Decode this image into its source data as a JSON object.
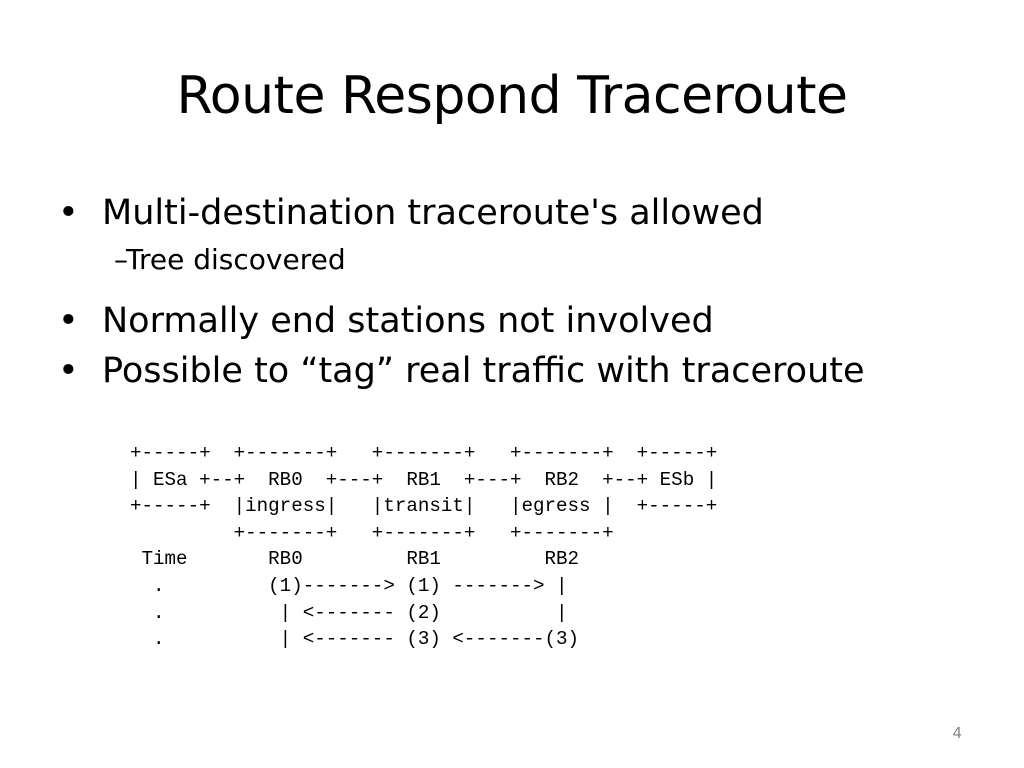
{
  "slide": {
    "title": "Route Respond Traceroute",
    "bullets": [
      {
        "text": "Multi-destination traceroute's allowed",
        "sub": [
          "Tree discovered"
        ]
      },
      {
        "text": "Normally end stations not involved",
        "sub": []
      },
      {
        "text": "Possible to “tag” real traffic with traceroute",
        "sub": []
      }
    ],
    "sub_bullet_marker": "–",
    "diagram_lines": [
      "+-----+  +-------+   +-------+   +-------+  +-----+",
      "| ESa +--+  RB0  +---+  RB1  +---+  RB2  +--+ ESb |",
      "+-----+  |ingress|   |transit|   |egress |  +-----+",
      "         +-------+   +-------+   +-------+",
      " Time       RB0         RB1         RB2",
      "  .         (1)-------> (1) -------> |",
      "  .          | <------- (2)          |",
      "  .          | <------- (3) <-------(3)"
    ],
    "page_number": "4"
  }
}
